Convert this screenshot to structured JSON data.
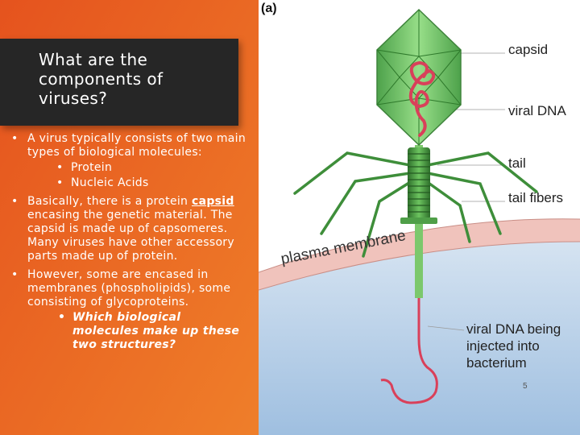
{
  "slide": {
    "title": "What are the components of viruses?",
    "bullets": [
      {
        "text": "A virus typically consists of two main types of biological molecules:",
        "sub": [
          "Protein",
          "Nucleic Acids"
        ]
      },
      {
        "pre": "Basically, there is a protein ",
        "term": "capsid",
        "post": " encasing the genetic material. The capsid is made up of capsomeres.  Many viruses have other accessory parts made up of protein."
      },
      {
        "text": "However, some are encased in membranes (phospholipids), some consisting of glycoproteins.",
        "sub": [
          "Which biological molecules make up these two structures?"
        ]
      }
    ],
    "page_number": "5",
    "bullet_char": "•"
  },
  "figure": {
    "panel_label": "(a)",
    "labels": {
      "capsid": "capsid",
      "viral_dna": "viral DNA",
      "tail": "tail",
      "tail_fibers": "tail fibers",
      "plasma_membrane": "plasma membrane",
      "injection": "viral DNA being injected into bacterium"
    }
  },
  "colors": {
    "background_start": "#e5531e",
    "background_end": "#f29a3c",
    "title_box": "#262626",
    "capsid": "#5fc45a",
    "dna": "#d9405a",
    "membrane": "#e8b6b0",
    "bacterium": "#b7d0ea"
  }
}
